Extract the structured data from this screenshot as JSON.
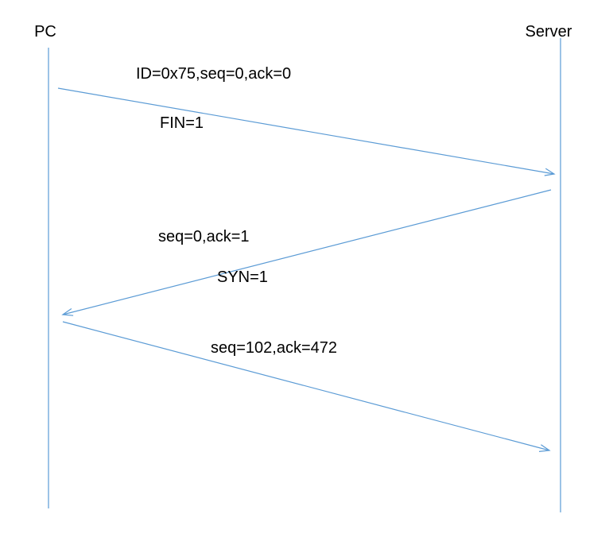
{
  "participants": {
    "pc": "PC",
    "server": "Server"
  },
  "messages": [
    {
      "from": "PC",
      "to": "Server",
      "line1": "ID=0x75,seq=0,ack=0",
      "line2": "FIN=1"
    },
    {
      "from": "Server",
      "to": "PC",
      "line1": "seq=0,ack=1",
      "line2": "SYN=1"
    },
    {
      "from": "PC",
      "to": "Server",
      "line1": "seq=102,ack=472"
    }
  ],
  "colors": {
    "line": "#5b9bd5",
    "text": "#000000"
  }
}
